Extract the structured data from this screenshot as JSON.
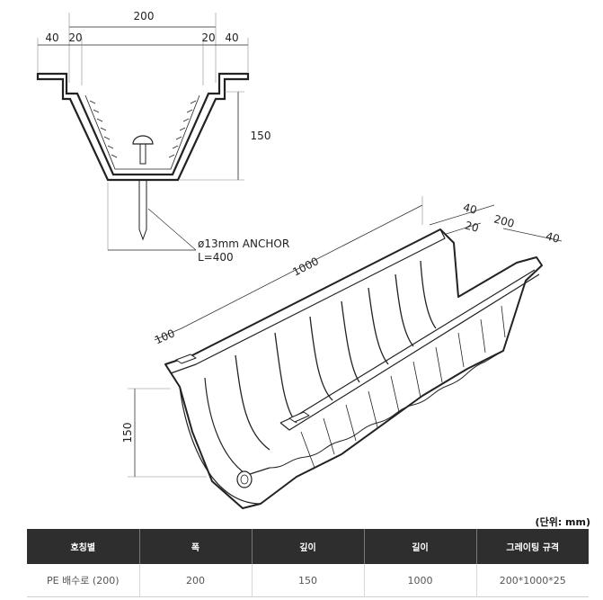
{
  "section_dims": {
    "top_width": "200",
    "left_flange": "40",
    "left_step": "20",
    "right_step": "20",
    "right_flange": "40",
    "height": "150"
  },
  "anchor": {
    "line1": "ø13mm ANCHOR",
    "line2": "L=400"
  },
  "iso_dims": {
    "length": "1000",
    "end_width": "100",
    "top_40": "40",
    "top_20": "20",
    "top_200": "200",
    "top_40b": "40",
    "height": "150"
  },
  "unit_note": "(단위: mm)",
  "table": {
    "headers": [
      "호칭별",
      "폭",
      "깊이",
      "길이",
      "그레이팅 규격"
    ],
    "rows": [
      [
        "PE 배수로 (200)",
        "200",
        "150",
        "1000",
        "200*1000*25"
      ]
    ]
  }
}
